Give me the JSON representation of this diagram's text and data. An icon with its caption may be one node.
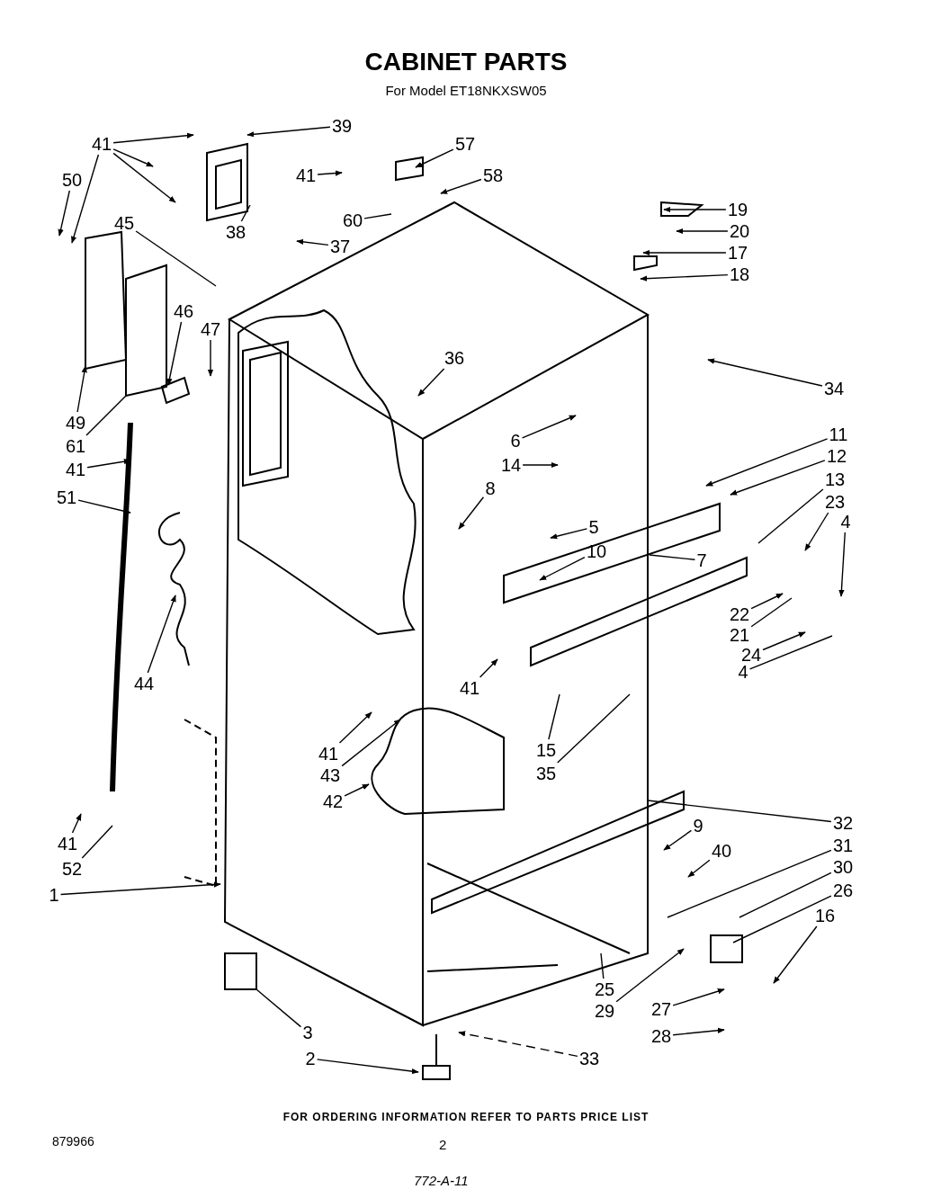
{
  "diagram": {
    "title": "CABINET PARTS",
    "nodes": [
      {
        "text": [
          "41"
        ]
      },
      {
        "text": [
          "39"
        ]
      },
      {
        "text": [
          "41"
        ]
      },
      {
        "text": [
          "57"
        ]
      },
      {
        "text": [
          "58"
        ]
      },
      {
        "text": [
          "50"
        ]
      },
      {
        "text": [
          "60"
        ]
      },
      {
        "text": [
          "45"
        ]
      },
      {
        "text": [
          "37"
        ]
      },
      {
        "text": [
          "38"
        ]
      },
      {
        "text": [
          "19"
        ]
      },
      {
        "text": [
          "20"
        ]
      },
      {
        "text": [
          "17"
        ]
      },
      {
        "text": [
          "18"
        ]
      },
      {
        "text": [
          "46"
        ]
      },
      {
        "text": [
          "47"
        ]
      },
      {
        "text": [
          "36"
        ]
      },
      {
        "text": [
          "34"
        ]
      },
      {
        "text": [
          "49"
        ]
      },
      {
        "text": [
          "6"
        ]
      },
      {
        "text": [
          "11"
        ]
      },
      {
        "text": [
          "61"
        ]
      },
      {
        "text": [
          "12"
        ]
      },
      {
        "text": [
          "14"
        ]
      },
      {
        "text": [
          "41"
        ]
      },
      {
        "text": [
          "13"
        ]
      },
      {
        "text": [
          "8"
        ]
      },
      {
        "text": [
          "51"
        ]
      },
      {
        "text": [
          "23"
        ]
      },
      {
        "text": [
          "5"
        ]
      },
      {
        "text": [
          "4"
        ]
      },
      {
        "text": [
          "10"
        ]
      },
      {
        "text": [
          "7"
        ]
      },
      {
        "text": [
          "22"
        ]
      },
      {
        "text": [
          "21"
        ]
      },
      {
        "text": [
          "24"
        ]
      },
      {
        "text": [
          "4"
        ]
      },
      {
        "text": [
          "44"
        ]
      },
      {
        "text": [
          "41"
        ]
      },
      {
        "text": [
          "15"
        ]
      },
      {
        "text": [
          "41"
        ]
      },
      {
        "text": [
          "35"
        ]
      },
      {
        "text": [
          "43"
        ]
      },
      {
        "text": [
          "42"
        ]
      },
      {
        "text": [
          "32"
        ]
      },
      {
        "text": [
          "9"
        ]
      },
      {
        "text": [
          "41"
        ]
      },
      {
        "text": [
          "31"
        ]
      },
      {
        "text": [
          "40"
        ]
      },
      {
        "text": [
          "30"
        ]
      },
      {
        "text": [
          "52"
        ]
      },
      {
        "text": [
          "26"
        ]
      },
      {
        "text": [
          "1"
        ]
      },
      {
        "text": [
          "16"
        ]
      },
      {
        "text": [
          "25"
        ]
      },
      {
        "text": [
          "29"
        ]
      },
      {
        "text": [
          "27"
        ]
      },
      {
        "text": [
          "3"
        ]
      },
      {
        "text": [
          "28"
        ]
      },
      {
        "text": [
          "33"
        ]
      },
      {
        "text": [
          "2"
        ]
      }
    ],
    "edges": [
      {
        "from": 0,
        "to": null,
        "arrow": "to"
      },
      {
        "from": 0,
        "to": null,
        "arrow": "to"
      },
      {
        "from": 0,
        "to": null,
        "arrow": "to"
      },
      {
        "from": 0,
        "to": null,
        "arrow": "to"
      },
      {
        "from": 1,
        "to": null,
        "arrow": "to"
      },
      {
        "from": 2,
        "to": null,
        "arrow": "to"
      },
      {
        "from": 3,
        "to": null,
        "arrow": "to"
      },
      {
        "from": 4,
        "to": null,
        "arrow": "to"
      },
      {
        "from": 5,
        "to": null,
        "arrow": "to"
      },
      {
        "from": 6,
        "to": null,
        "arrow": "none"
      },
      {
        "from": 7,
        "to": null,
        "arrow": "none"
      },
      {
        "from": 8,
        "to": null,
        "arrow": "to"
      },
      {
        "from": 9,
        "to": null,
        "arrow": "none"
      },
      {
        "from": 10,
        "to": null,
        "arrow": "to"
      },
      {
        "from": 11,
        "to": null,
        "arrow": "to"
      },
      {
        "from": 12,
        "to": null,
        "arrow": "to"
      },
      {
        "from": 13,
        "to": null,
        "arrow": "to"
      },
      {
        "from": 14,
        "to": null,
        "arrow": "to"
      },
      {
        "from": 15,
        "to": null,
        "arrow": "to"
      },
      {
        "from": 16,
        "to": null,
        "arrow": "to"
      },
      {
        "from": 17,
        "to": null,
        "arrow": "to"
      },
      {
        "from": 18,
        "to": null,
        "arrow": "to"
      },
      {
        "from": 19,
        "to": null,
        "arrow": "to"
      },
      {
        "from": 20,
        "to": null,
        "arrow": "to"
      },
      {
        "from": 21,
        "to": null,
        "arrow": "none"
      },
      {
        "from": 22,
        "to": null,
        "arrow": "to"
      },
      {
        "from": 23,
        "to": null,
        "arrow": "to"
      },
      {
        "from": 24,
        "to": null,
        "arrow": "to"
      },
      {
        "from": 25,
        "to": null,
        "arrow": "none"
      },
      {
        "from": 26,
        "to": null,
        "arrow": "to"
      },
      {
        "from": 27,
        "to": null,
        "arrow": "to"
      },
      {
        "from": 28,
        "to": null,
        "arrow": "to"
      },
      {
        "from": 29,
        "to": null,
        "arrow": "to"
      },
      {
        "from": 30,
        "to": null,
        "arrow": "to"
      },
      {
        "from": 31,
        "to": null,
        "arrow": "to"
      },
      {
        "from": 32,
        "to": null,
        "arrow": "none"
      },
      {
        "from": 33,
        "to": null,
        "arrow": "to"
      },
      {
        "from": 34,
        "to": null,
        "arrow": "none"
      },
      {
        "from": 35,
        "to": null,
        "arrow": "to"
      },
      {
        "from": 36,
        "to": null,
        "arrow": "none"
      },
      {
        "from": 37,
        "to": null,
        "arrow": "to"
      },
      {
        "from": 38,
        "to": null,
        "arrow": "to"
      },
      {
        "from": 39,
        "to": null,
        "arrow": "none"
      },
      {
        "from": 40,
        "to": null,
        "arrow": "to"
      },
      {
        "from": 41,
        "to": null,
        "arrow": "none"
      },
      {
        "from": 42,
        "to": null,
        "arrow": "to"
      },
      {
        "from": 43,
        "to": null,
        "arrow": "to"
      },
      {
        "from": 44,
        "to": null,
        "arrow": "none"
      },
      {
        "from": 45,
        "to": null,
        "arrow": "to"
      },
      {
        "from": 46,
        "to": null,
        "arrow": "to"
      },
      {
        "from": 47,
        "to": null,
        "arrow": "none"
      },
      {
        "from": 48,
        "to": null,
        "arrow": "to"
      },
      {
        "from": 49,
        "to": null,
        "arrow": "none"
      },
      {
        "from": 50,
        "to": null,
        "arrow": "none"
      },
      {
        "from": 51,
        "to": null,
        "arrow": "none"
      },
      {
        "from": 52,
        "to": null,
        "arrow": "to"
      },
      {
        "from": 53,
        "to": null,
        "arrow": "to"
      },
      {
        "from": 54,
        "to": null,
        "arrow": "none"
      },
      {
        "from": 55,
        "to": null,
        "arrow": "to"
      },
      {
        "from": 56,
        "to": null,
        "arrow": "to"
      },
      {
        "from": 57,
        "to": null,
        "arrow": "none"
      },
      {
        "from": 58,
        "to": null,
        "arrow": "to"
      },
      {
        "from": 59,
        "to": null,
        "arrow": "to",
        "style": "dashed"
      },
      {
        "from": 60,
        "to": null,
        "arrow": "to"
      }
    ],
    "labels": [
      "For Model ET18NKXSW05",
      "FOR ORDERING INFORMATION REFER TO PARTS PRICE LIST",
      "879966",
      "2",
      "772-A-11"
    ]
  }
}
